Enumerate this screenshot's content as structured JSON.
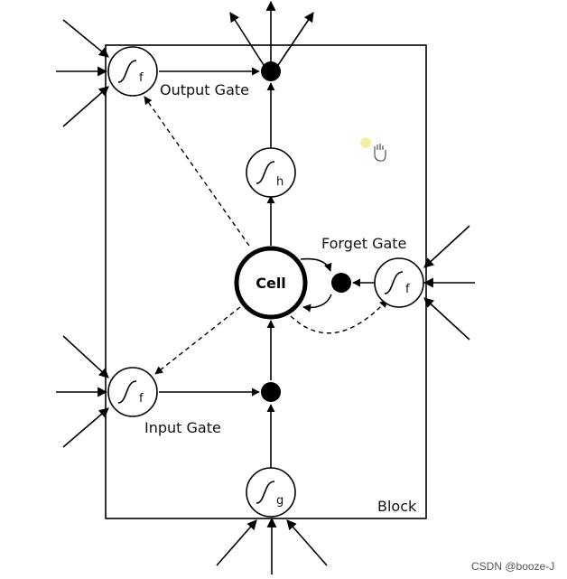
{
  "labels": {
    "output_gate": "Output Gate",
    "forget_gate": "Forget Gate",
    "input_gate": "Input Gate",
    "cell": "Cell",
    "block": "Block"
  },
  "activations": {
    "output": "f",
    "forget": "f",
    "input": "f",
    "cell_output": "h",
    "cell_input": "g"
  },
  "watermark": "CSDN @booze-J"
}
